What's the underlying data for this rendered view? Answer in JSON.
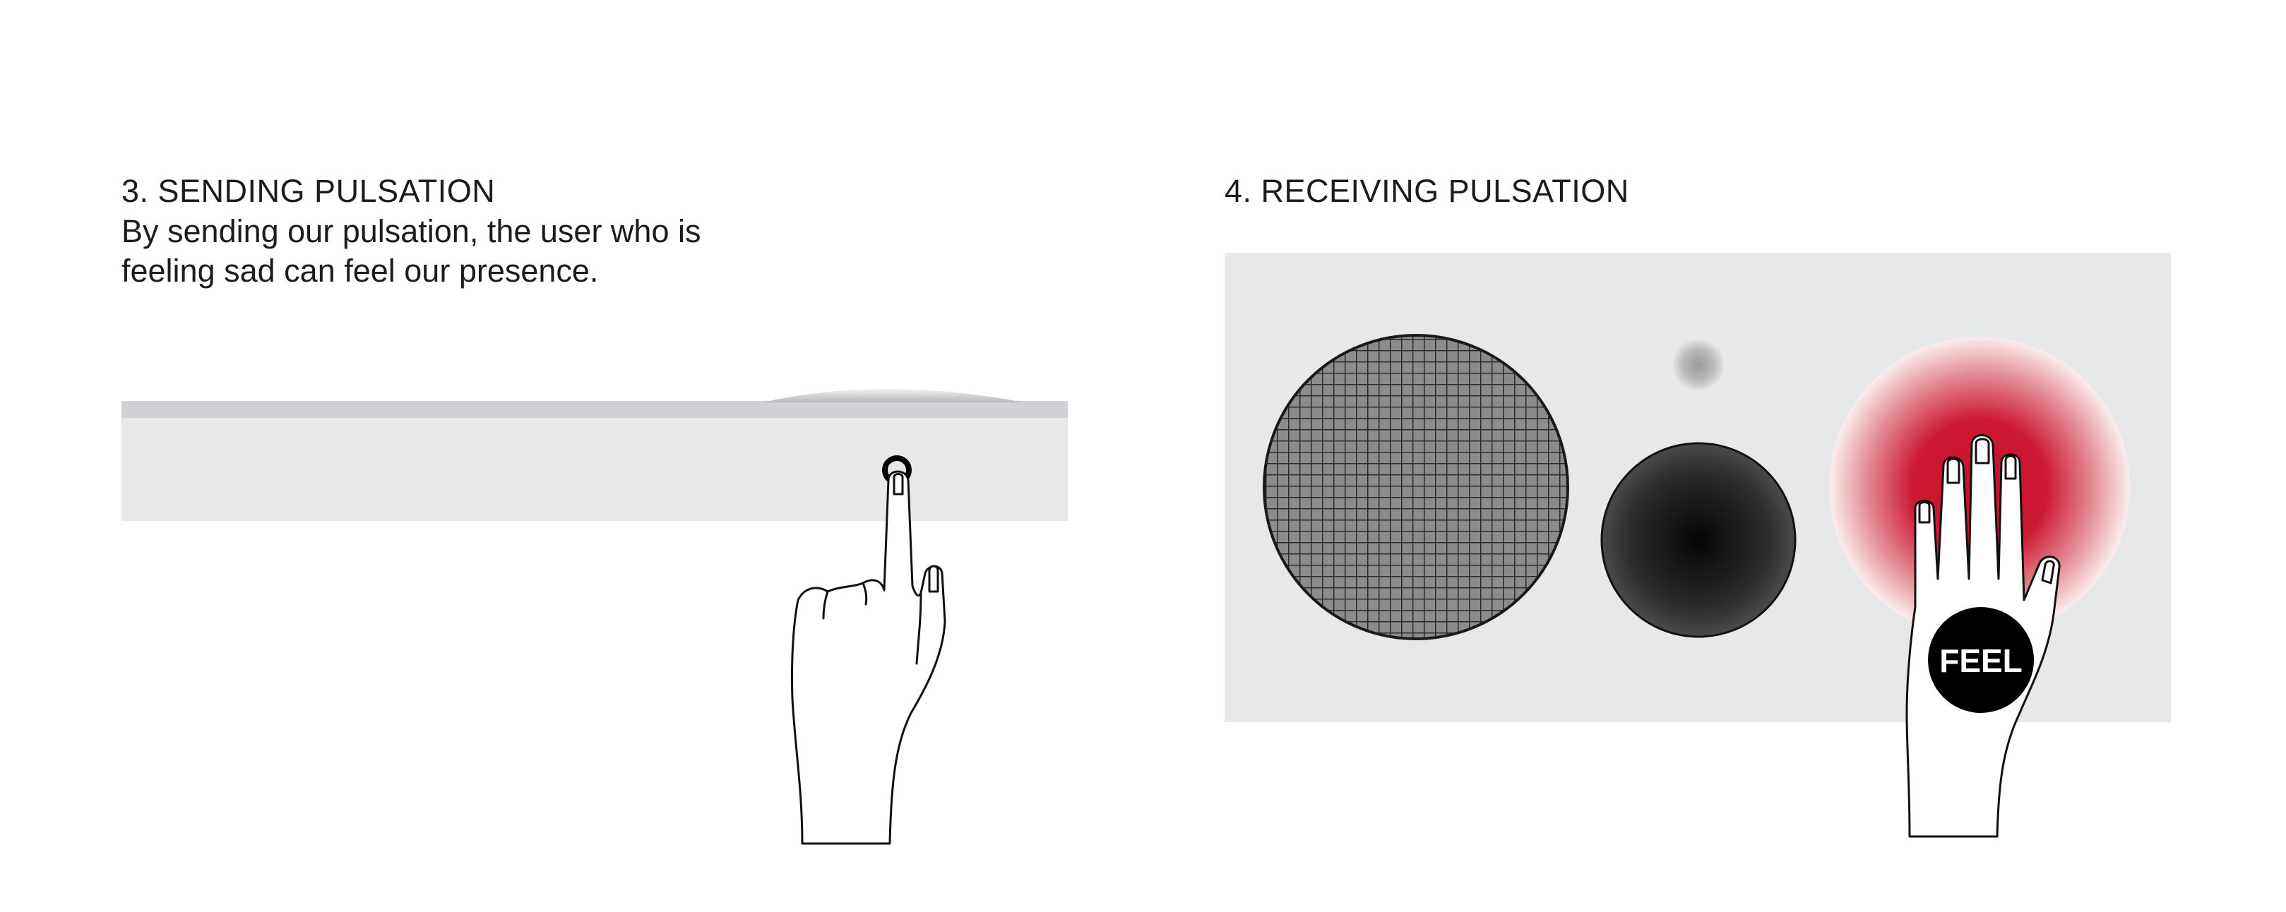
{
  "panels": [
    {
      "title": "3. SENDING PULSATION",
      "description_lines": [
        "By sending our pulsation, the user who is",
        "feeling sad can feel our presence."
      ]
    },
    {
      "title": "4. RECEIVING PULSATION",
      "button_label": "FEEL"
    }
  ],
  "colors": {
    "device_body": "#e7e8ea",
    "device_top_strip": "#cfd1d4",
    "speaker_grille": "#8a8a8a",
    "knob_dark": "#1e1e1e",
    "pulse_glow": "#c8102e",
    "feel_button": "#000000"
  },
  "icons": {
    "hand_pressing": "pointing-hand-outline",
    "hand_feeling": "open-hand-outline"
  }
}
